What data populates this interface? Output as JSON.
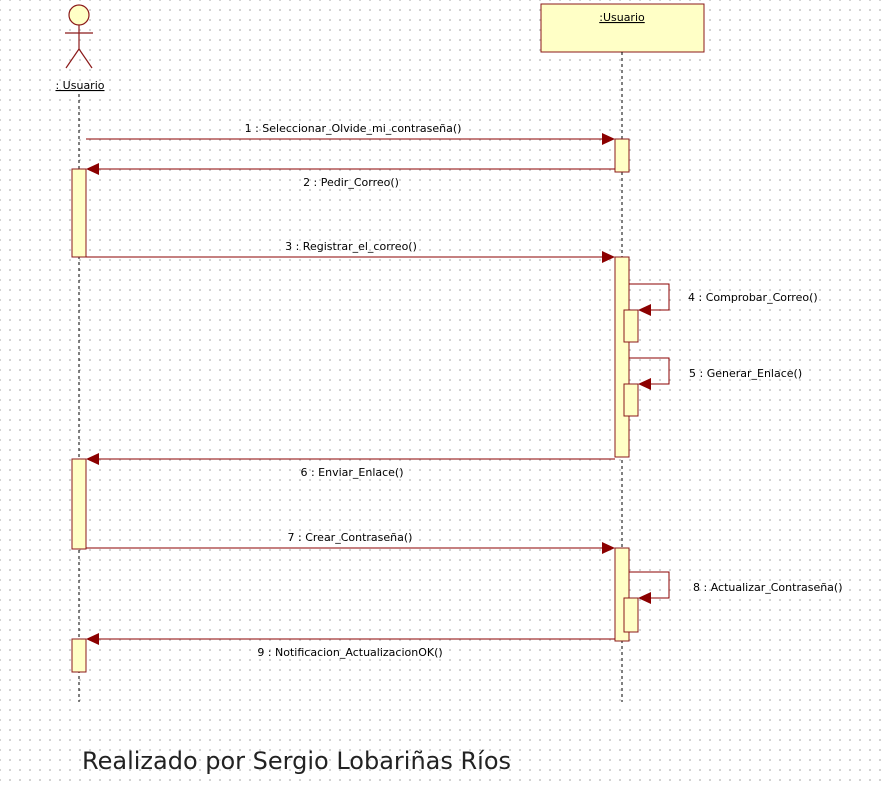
{
  "participants": {
    "actor": {
      "label": ": Usuario"
    },
    "object": {
      "label": ":Usuario"
    }
  },
  "messages": [
    {
      "label": "1 : Seleccionar_Olvide_mi_contraseña()"
    },
    {
      "label": "2 : Pedir_Correo()"
    },
    {
      "label": "3 : Registrar_el_correo()"
    },
    {
      "label": "4 : Comprobar_Correo()"
    },
    {
      "label": "5 : Generar_Enlace()"
    },
    {
      "label": "6 : Enviar_Enlace()"
    },
    {
      "label": "7 : Crear_Contraseña()"
    },
    {
      "label": "8 : Actualizar_Contraseña()"
    },
    {
      "label": "9 : Notificacion_ActualizacionOK()"
    }
  ],
  "footer": {
    "text": "Realizado por Sergio Lobariñas Ríos"
  },
  "colors": {
    "activation_fill": "#ffffc6",
    "arrow": "#8b0000",
    "object_box_fill": "#ffffc6"
  }
}
